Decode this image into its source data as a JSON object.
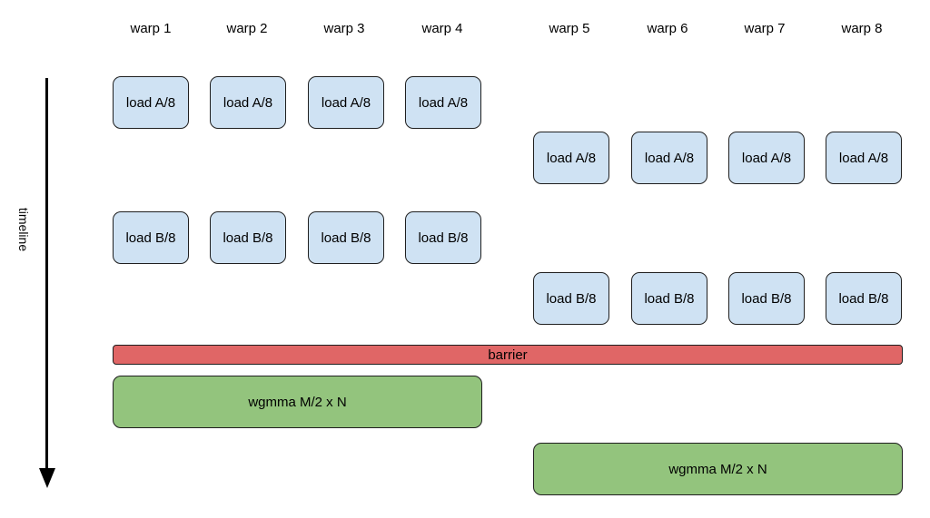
{
  "warps": [
    "warp 1",
    "warp 2",
    "warp 3",
    "warp 4",
    "warp 5",
    "warp 6",
    "warp 7",
    "warp 8"
  ],
  "timeline_label": "timeline",
  "tasks": {
    "load_a": "load A/8",
    "load_b": "load B/8",
    "barrier": "barrier",
    "wgmma": "wgmma M/2 x N"
  },
  "colors": {
    "load_fill": "#cfe2f3",
    "barrier_fill": "#e06666",
    "wgmma_fill": "#93c47d",
    "stroke": "#1f1f1f"
  }
}
